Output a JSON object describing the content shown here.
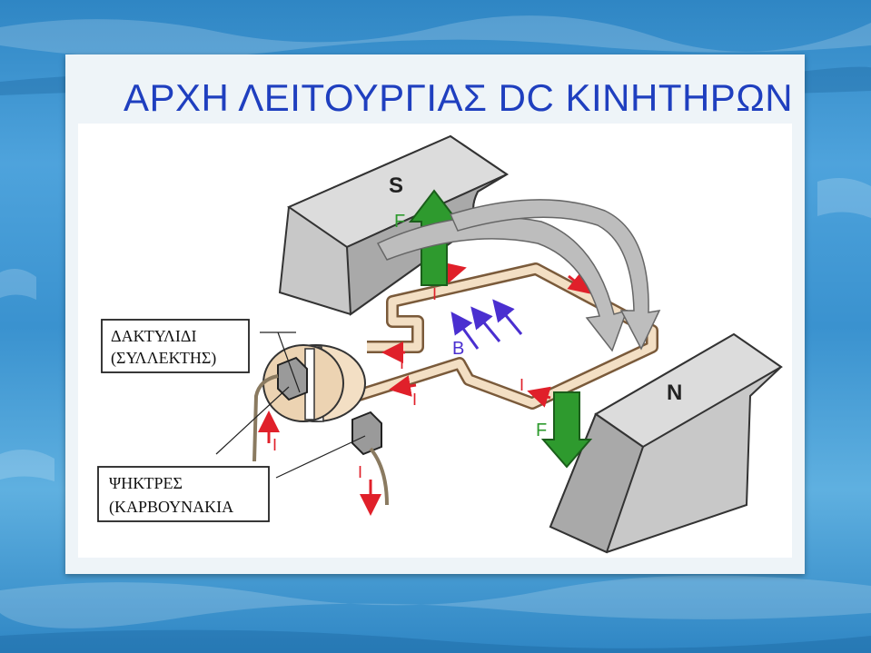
{
  "slide": {
    "title": "ΑΡΧΗ ΛΕΙΤΟΥΡΓΙΑΣ DC ΚΙΝΗΤΗΡΩΝ"
  },
  "diagram": {
    "pole_south": "S",
    "pole_north": "N",
    "force_label": "F",
    "current_label": "I",
    "field_label": "B",
    "ring_label_line1": "ΔΑΚΤΥΛΙΔΙ",
    "ring_label_line2": "(ΣΥΛΛΕΚΤΗΣ)",
    "brush_label_line1": "ΨΗΚΤΡΕΣ",
    "brush_label_line2": "(ΚΑΡΒΟΥΝΑΚΙΑ"
  },
  "colors": {
    "title": "#1f3fbf",
    "force_arrow": "#2e9a2e",
    "current_arrow": "#e0202a",
    "field_arrow": "#4a2fd0",
    "magnet": "#bdbdbd"
  }
}
